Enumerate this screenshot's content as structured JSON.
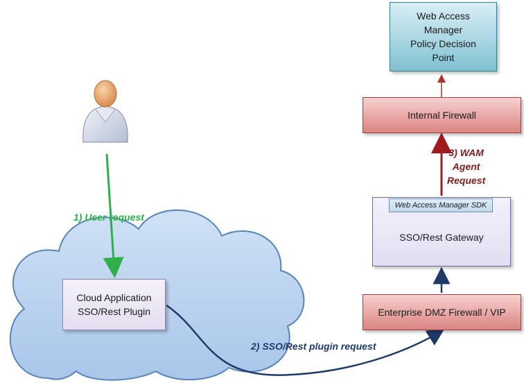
{
  "boxes": {
    "wam_pdp": "Web Access\nManager\nPolicy Decision\nPoint",
    "internal_firewall": "Internal Firewall",
    "sdk": "Web Access Manager SDK",
    "gateway": "SSO/Rest Gateway",
    "dmz_firewall": "Enterprise DMZ Firewall / VIP",
    "cloud_app": "Cloud Application\nSSO/Rest Plugin"
  },
  "labels": {
    "user_request": "1) User request",
    "plugin_request": "2) SSO/Rest plugin request",
    "wam_request": "3) WAM\nAgent\nRequest"
  },
  "colors": {
    "user_arrow": "#2db04b",
    "plugin_arrow": "#1f3a68",
    "wam_arrow": "#a01c1c",
    "cloud_fill": "#b9d3ef",
    "cloud_stroke": "#5a84b6"
  },
  "icons": {
    "user": "user-icon",
    "cloud": "cloud-shape"
  }
}
